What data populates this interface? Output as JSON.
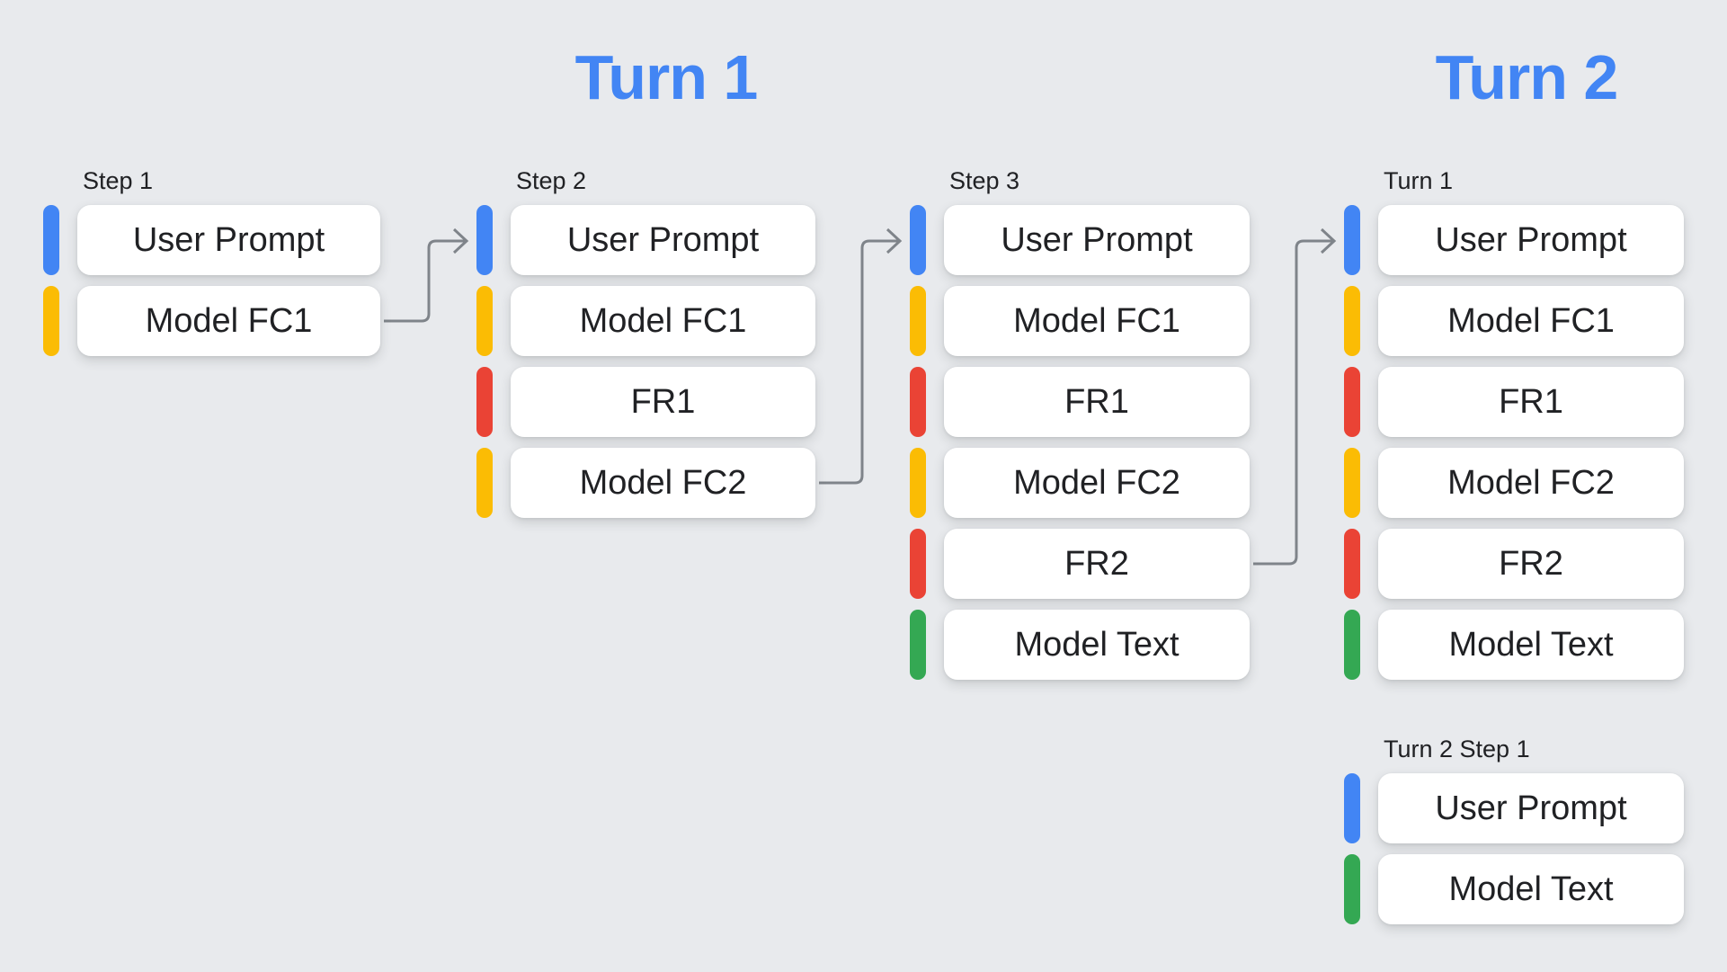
{
  "colors": {
    "background": "#e8eaed",
    "card": "#ffffff",
    "heading": "#4285f4",
    "label_text": "#202124",
    "card_text": "#202124",
    "arrow": "#7f848a",
    "blue": "#4285f4",
    "yellow": "#fbbc04",
    "red": "#ea4335",
    "green": "#34a853"
  },
  "headings": {
    "turn1": "Turn 1",
    "turn2": "Turn 2"
  },
  "columns": [
    {
      "id": "step1",
      "label": "Step 1",
      "items": [
        {
          "label": "User Prompt",
          "color": "blue"
        },
        {
          "label": "Model FC1",
          "color": "yellow"
        }
      ]
    },
    {
      "id": "step2",
      "label": "Step 2",
      "items": [
        {
          "label": "User Prompt",
          "color": "blue"
        },
        {
          "label": "Model FC1",
          "color": "yellow"
        },
        {
          "label": "FR1",
          "color": "red"
        },
        {
          "label": "Model FC2",
          "color": "yellow"
        }
      ]
    },
    {
      "id": "step3",
      "label": "Step 3",
      "items": [
        {
          "label": "User Prompt",
          "color": "blue"
        },
        {
          "label": "Model FC1",
          "color": "yellow"
        },
        {
          "label": "FR1",
          "color": "red"
        },
        {
          "label": "Model FC2",
          "color": "yellow"
        },
        {
          "label": "FR2",
          "color": "red"
        },
        {
          "label": "Model Text",
          "color": "green"
        }
      ]
    },
    {
      "id": "turn1-history",
      "label": "Turn 1",
      "items": [
        {
          "label": "User Prompt",
          "color": "blue"
        },
        {
          "label": "Model FC1",
          "color": "yellow"
        },
        {
          "label": "FR1",
          "color": "red"
        },
        {
          "label": "Model FC2",
          "color": "yellow"
        },
        {
          "label": "FR2",
          "color": "red"
        },
        {
          "label": "Model Text",
          "color": "green"
        }
      ]
    },
    {
      "id": "turn2-step1",
      "label": "Turn 2 Step 1",
      "items": [
        {
          "label": "User Prompt",
          "color": "blue"
        },
        {
          "label": "Model Text",
          "color": "green"
        }
      ]
    }
  ],
  "arrows": [
    {
      "from": "step1 / Model FC1",
      "to": "step2 / User Prompt"
    },
    {
      "from": "step2 / Model FC2",
      "to": "step3 / User Prompt"
    },
    {
      "from": "step3 / FR2",
      "to": "turn1-history / User Prompt"
    }
  ]
}
